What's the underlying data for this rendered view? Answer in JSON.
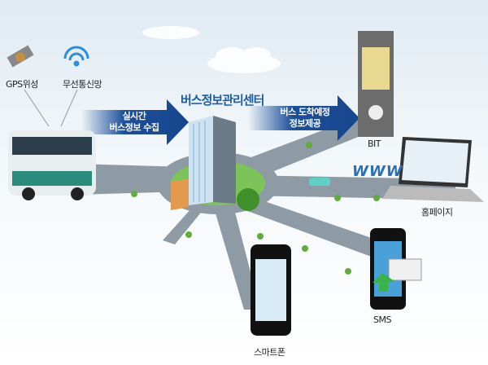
{
  "title": "버스정보관리센터",
  "sources": {
    "gps": "GPS위성",
    "wireless": "무선통신망"
  },
  "arrows": {
    "collect": [
      "실시간",
      "버스정보 수집"
    ],
    "provide": [
      "버스 도착예정",
      "정보제공"
    ]
  },
  "outputs": {
    "bit": "BIT",
    "www": "WWW",
    "homepage": "홈페이지",
    "sms": "SMS",
    "smartphone": "스마트폰"
  },
  "colors": {
    "title": "#1b5ea8",
    "arrow": "#1d4f9a",
    "road": "#8e9aa4",
    "grass": "#7cc45a"
  }
}
